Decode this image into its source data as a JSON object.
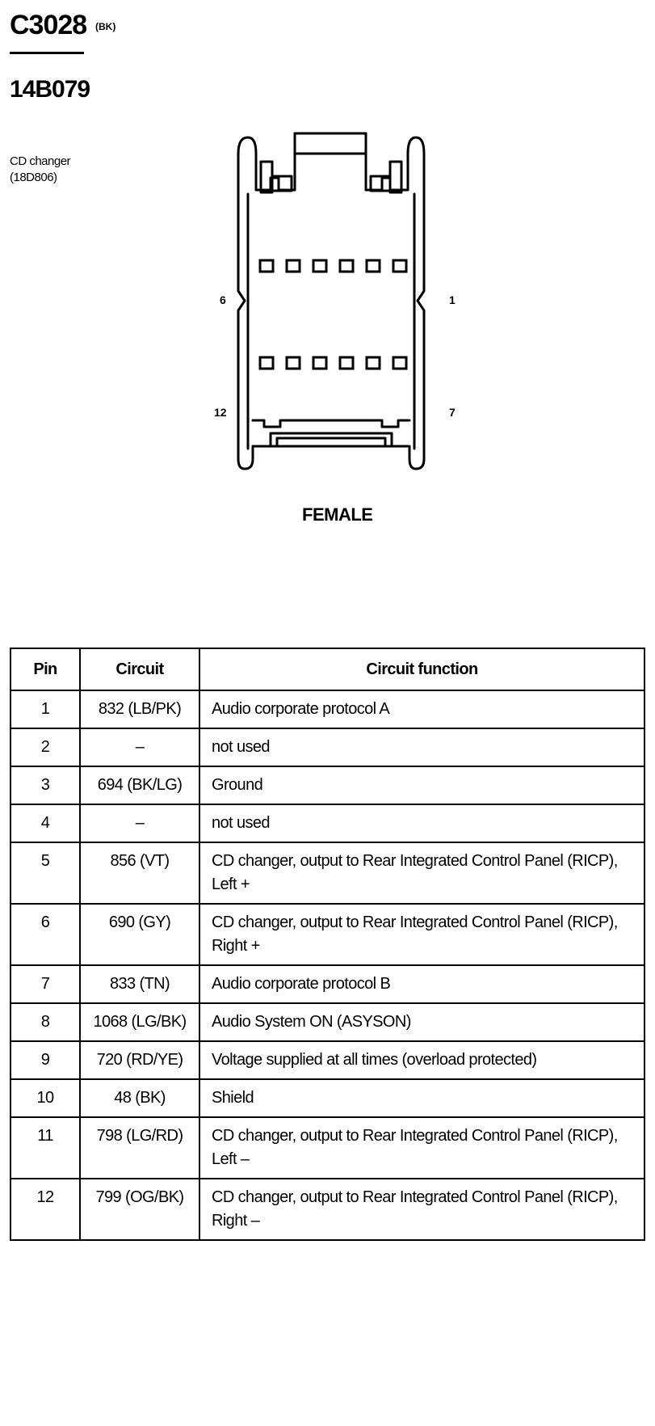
{
  "header": {
    "connector_id": "C3028",
    "connector_color": "(BK)",
    "part_number": "14B079",
    "component_lines": [
      "CD changer",
      "(18D806)"
    ]
  },
  "diagram": {
    "pin_labels": {
      "top_left": "6",
      "top_right": "1",
      "bottom_left": "12",
      "bottom_right": "7"
    },
    "gender": "FEMALE"
  },
  "table": {
    "headers": [
      "Pin",
      "Circuit",
      "Circuit function"
    ],
    "rows": [
      {
        "pin": "1",
        "circuit": "832 (LB/PK)",
        "function": "Audio corporate protocol A"
      },
      {
        "pin": "2",
        "circuit": "–",
        "function": "not used"
      },
      {
        "pin": "3",
        "circuit": "694 (BK/LG)",
        "function": "Ground"
      },
      {
        "pin": "4",
        "circuit": "–",
        "function": "not used"
      },
      {
        "pin": "5",
        "circuit": "856 (VT)",
        "function": "CD changer, output to Rear Integrated Control Panel (RICP), Left +"
      },
      {
        "pin": "6",
        "circuit": "690 (GY)",
        "function": "CD changer, output to Rear Integrated Control Panel (RICP), Right +"
      },
      {
        "pin": "7",
        "circuit": "833 (TN)",
        "function": "Audio corporate protocol B"
      },
      {
        "pin": "8",
        "circuit": "1068 (LG/BK)",
        "function": "Audio System ON (ASYSON)"
      },
      {
        "pin": "9",
        "circuit": "720 (RD/YE)",
        "function": "Voltage supplied at all times (overload protected)"
      },
      {
        "pin": "10",
        "circuit": "48 (BK)",
        "function": "Shield"
      },
      {
        "pin": "11",
        "circuit": "798 (LG/RD)",
        "function": "CD changer, output to Rear Integrated Control Panel (RICP), Left –"
      },
      {
        "pin": "12",
        "circuit": "799 (OG/BK)",
        "function": "CD changer, output to Rear Integrated Control Panel (RICP), Right –"
      }
    ]
  }
}
